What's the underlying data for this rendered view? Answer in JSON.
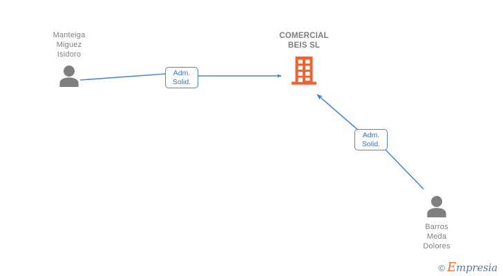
{
  "diagram": {
    "type": "company-relationship-graph",
    "colors": {
      "edge": "#4a86d6",
      "label_border": "#4a86d6",
      "label_text": "#3a73c4",
      "person_icon": "#7f7f7f",
      "company_icon": "#f4602f",
      "node_text": "#808080",
      "watermark_text": "#5c7b92",
      "watermark_accent": "#f3702a"
    },
    "nodes": [
      {
        "id": "person-manteiga",
        "kind": "person",
        "icon": "person-icon",
        "label": "Manteiga\nMiguez\nIsidoro"
      },
      {
        "id": "company-comercial-beis",
        "kind": "company",
        "icon": "building-icon",
        "label": "COMERCIAL\nBEIS SL"
      },
      {
        "id": "person-barros",
        "kind": "person",
        "icon": "person-icon",
        "label": "Barros\nMeda\nDolores"
      }
    ],
    "edges": [
      {
        "id": "edge-manteiga-to-company",
        "from": "person-manteiga",
        "to": "company-comercial-beis",
        "label": "Adm.\nSolid.",
        "arrow": "to"
      },
      {
        "id": "edge-barros-to-company",
        "from": "person-barros",
        "to": "company-comercial-beis",
        "label": "Adm.\nSolid.",
        "arrow": "to"
      }
    ]
  },
  "watermark": {
    "copyright": "©",
    "brand_cap": "E",
    "brand_rest": "mpresia"
  }
}
